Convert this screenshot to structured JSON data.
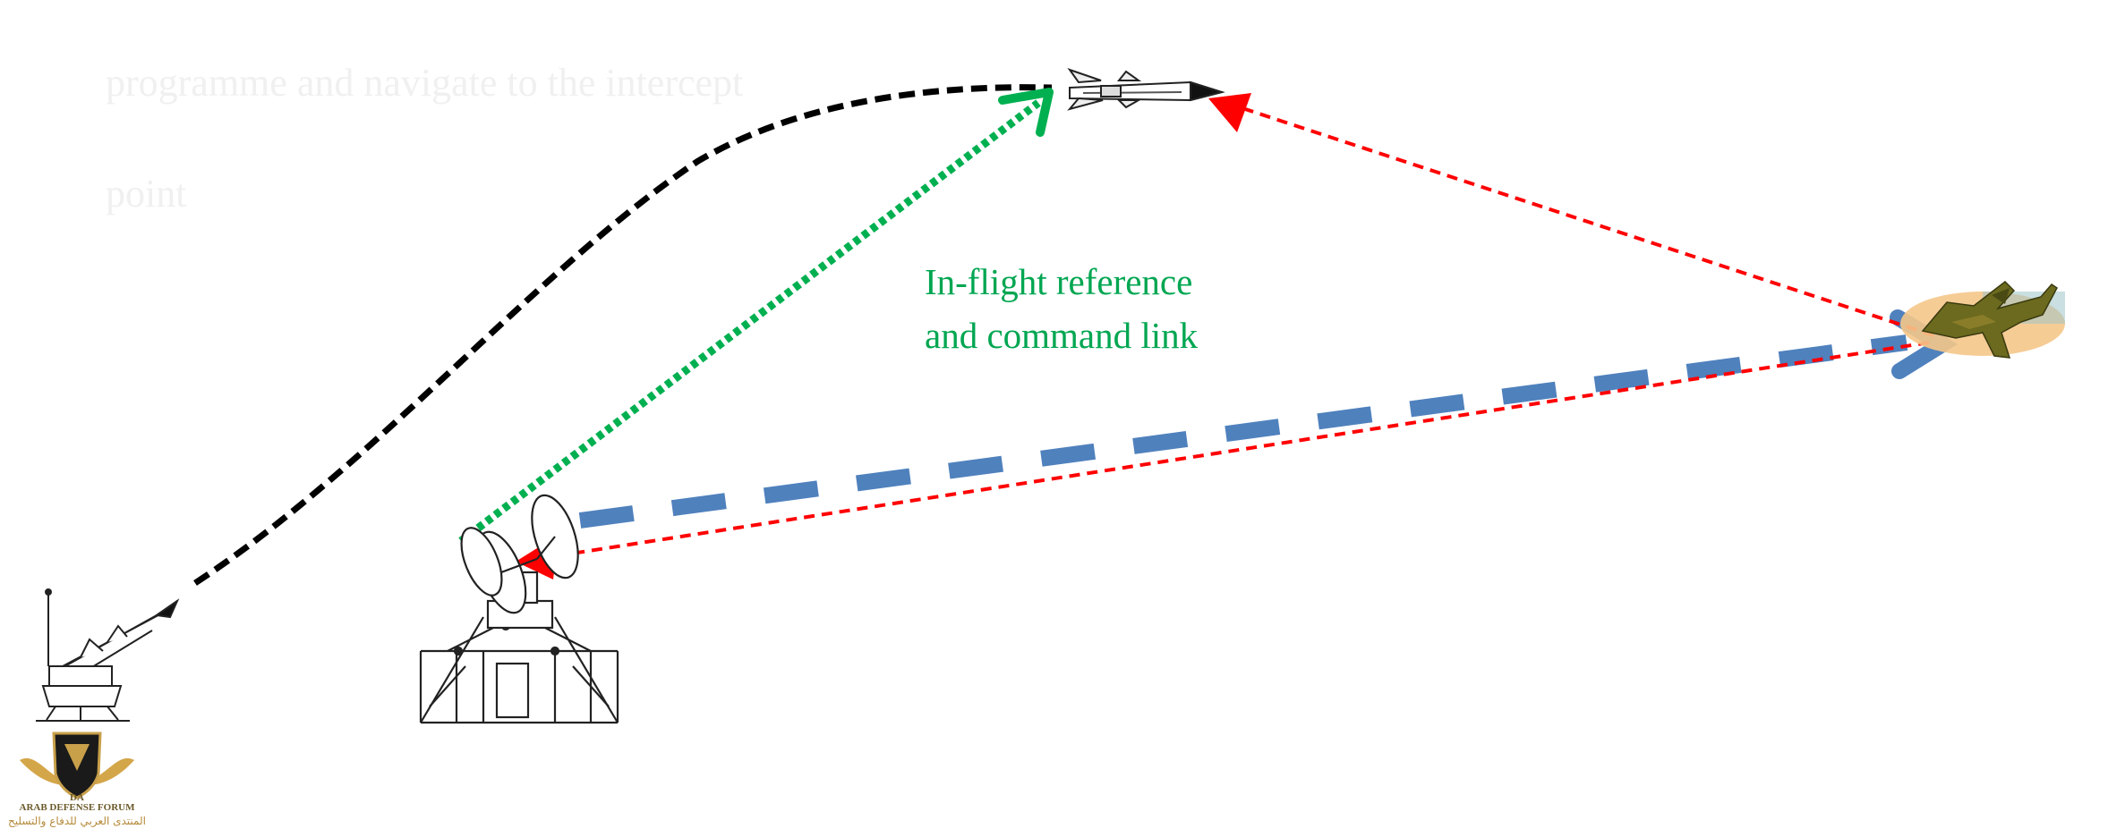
{
  "faded_caption": {
    "line1": "programme and navigate to the intercept",
    "line2": "point"
  },
  "link_label": {
    "line1": "In-flight reference",
    "line2": "and command link"
  },
  "watermark": {
    "monogram": "DA",
    "name_en": "ARAB DEFENSE FORUM",
    "name_ar": "المنتدى العربي للدفاع والتسليح"
  },
  "colors": {
    "missile_trajectory": "#000000",
    "command_link": "#00b050",
    "radar_beam": "#4f81bd",
    "radar_return": "#ff0000",
    "label_green": "#00a651",
    "target_highlight": "#f5c68a",
    "target_camouflage": "#6b6a1e"
  },
  "icons": {
    "launcher": "sam-launcher-icon",
    "missile": "missile-in-flight-icon",
    "radar": "tracking-radar-icon",
    "target": "target-aircraft-icon",
    "logo": "forum-shield-logo"
  }
}
